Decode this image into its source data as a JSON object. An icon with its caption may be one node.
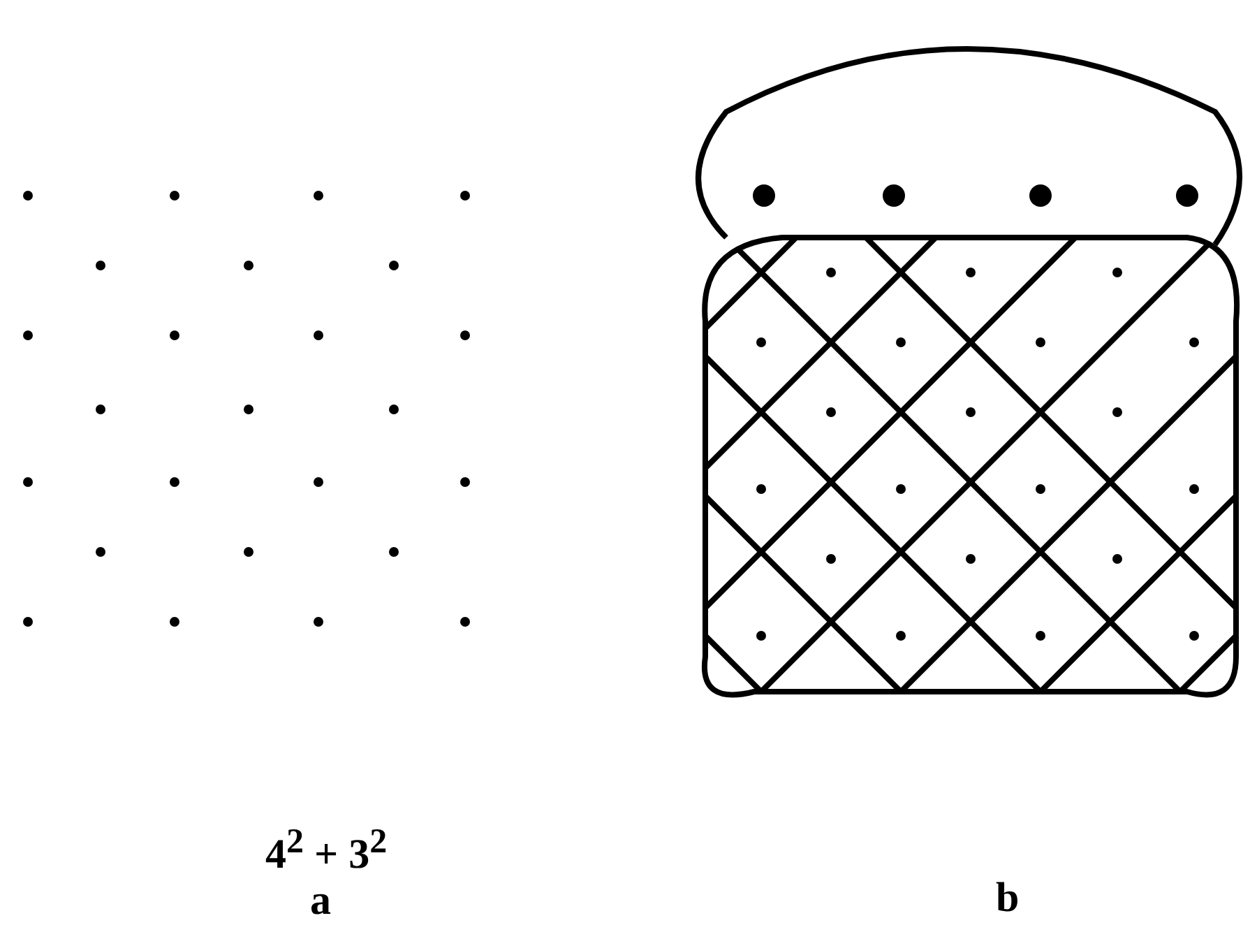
{
  "diagram": {
    "labels": [
      "4$^{2}$ + 3$^{2}$",
      "a",
      "b"
    ]
  }
}
